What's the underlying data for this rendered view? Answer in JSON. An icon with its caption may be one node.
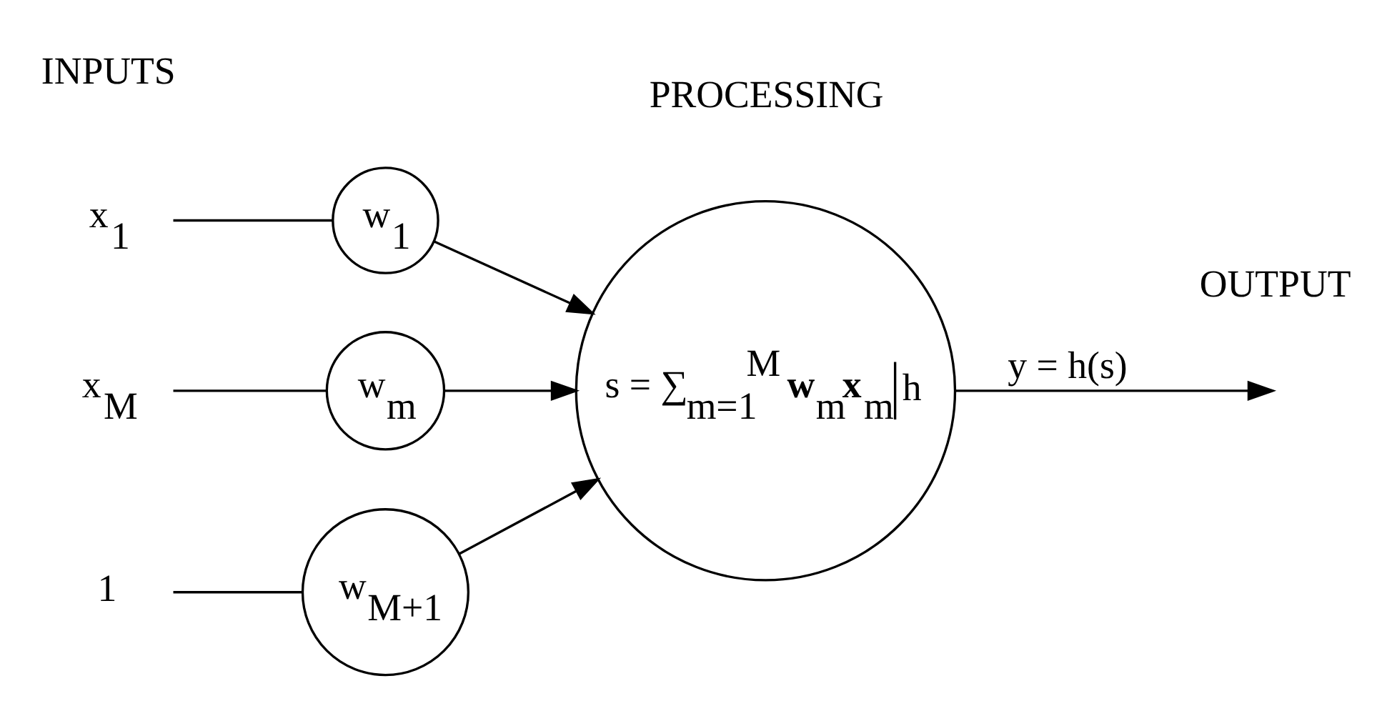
{
  "diagram": {
    "nodes": [
      {
        "text": [
          "x$_{1}$"
        ]
      },
      {
        "text": [
          "x$_{M}$"
        ]
      },
      {
        "text": [
          "1"
        ]
      },
      {
        "text": [
          "w$_{1}$"
        ]
      },
      {
        "text": [
          "w$_{m}$"
        ]
      },
      {
        "text": [
          "w$_{M+1}$"
        ]
      },
      {
        "text": [
          "s = ∑$_{m=1}$$^{M}$ **w**$_{m}$**x**$_{m}$",
          "h"
        ]
      }
    ],
    "edges": [
      {
        "from": 0,
        "to": 3,
        "arrow": "none"
      },
      {
        "from": 1,
        "to": 4,
        "arrow": "none"
      },
      {
        "from": 2,
        "to": 5,
        "arrow": "none"
      },
      {
        "from": 3,
        "to": 6,
        "arrow": "to"
      },
      {
        "from": 4,
        "to": 6,
        "arrow": "to"
      },
      {
        "from": 5,
        "to": 6,
        "arrow": "to"
      },
      {
        "from": 6,
        "to": null,
        "arrow": "to",
        "label": "y = h(s)"
      }
    ],
    "labels": [
      "INPUTS",
      "PROCESSING",
      "OUTPUT"
    ]
  }
}
